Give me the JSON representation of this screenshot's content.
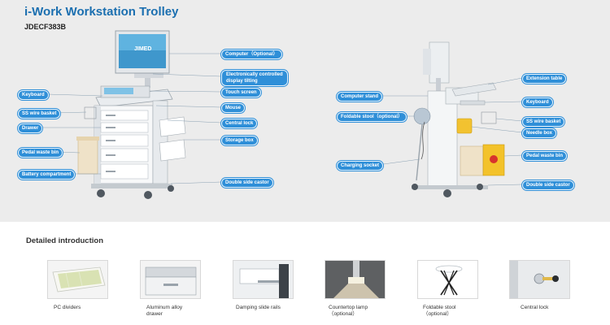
{
  "header": {
    "title": "i-Work Workstation Trolley",
    "model": "JDECF383B"
  },
  "left_labels": {
    "computer": "Computer（Optional）",
    "electronic_line1": "Electronically controlled",
    "electronic_line2": "display tilting",
    "touch_screen": "Touch screen",
    "mouse": "Mouse",
    "central_lock": "Central lock",
    "storage_box": "Storage box",
    "double_side_castor": "Double side castor",
    "keyboard": "Keyboard",
    "ss_wire_basket": "SS wire basket",
    "drawer": "Drawer",
    "pedal_waste_bin": "Pedal waste bin",
    "battery_compartment": "Battery compartment"
  },
  "right_labels": {
    "computer_stand": "Computer stand",
    "foldable_stool": "Foldable stool（optional）",
    "charging_socket": "Charging socket",
    "extension_table": "Extension table",
    "keyboard": "Keyboard",
    "ss_wire_basket": "SS wire basket",
    "needle_box": "Needle box",
    "pedal_waste_bin": "Pedal waste bin",
    "double_side_castor": "Double side castor"
  },
  "monitor_logo": "JIMED",
  "section": {
    "title": "Detailed introduction"
  },
  "details": [
    {
      "line1": "PC dividers",
      "line2": ""
    },
    {
      "line1": "Aluminum alloy",
      "line2": "drawer"
    },
    {
      "line1": "Damping slide rails",
      "line2": ""
    },
    {
      "line1": "Countertop lamp",
      "line2": "（optional）"
    },
    {
      "line1": "Foldable stool",
      "line2": "（optional）"
    },
    {
      "line1": "Central lock",
      "line2": ""
    }
  ]
}
